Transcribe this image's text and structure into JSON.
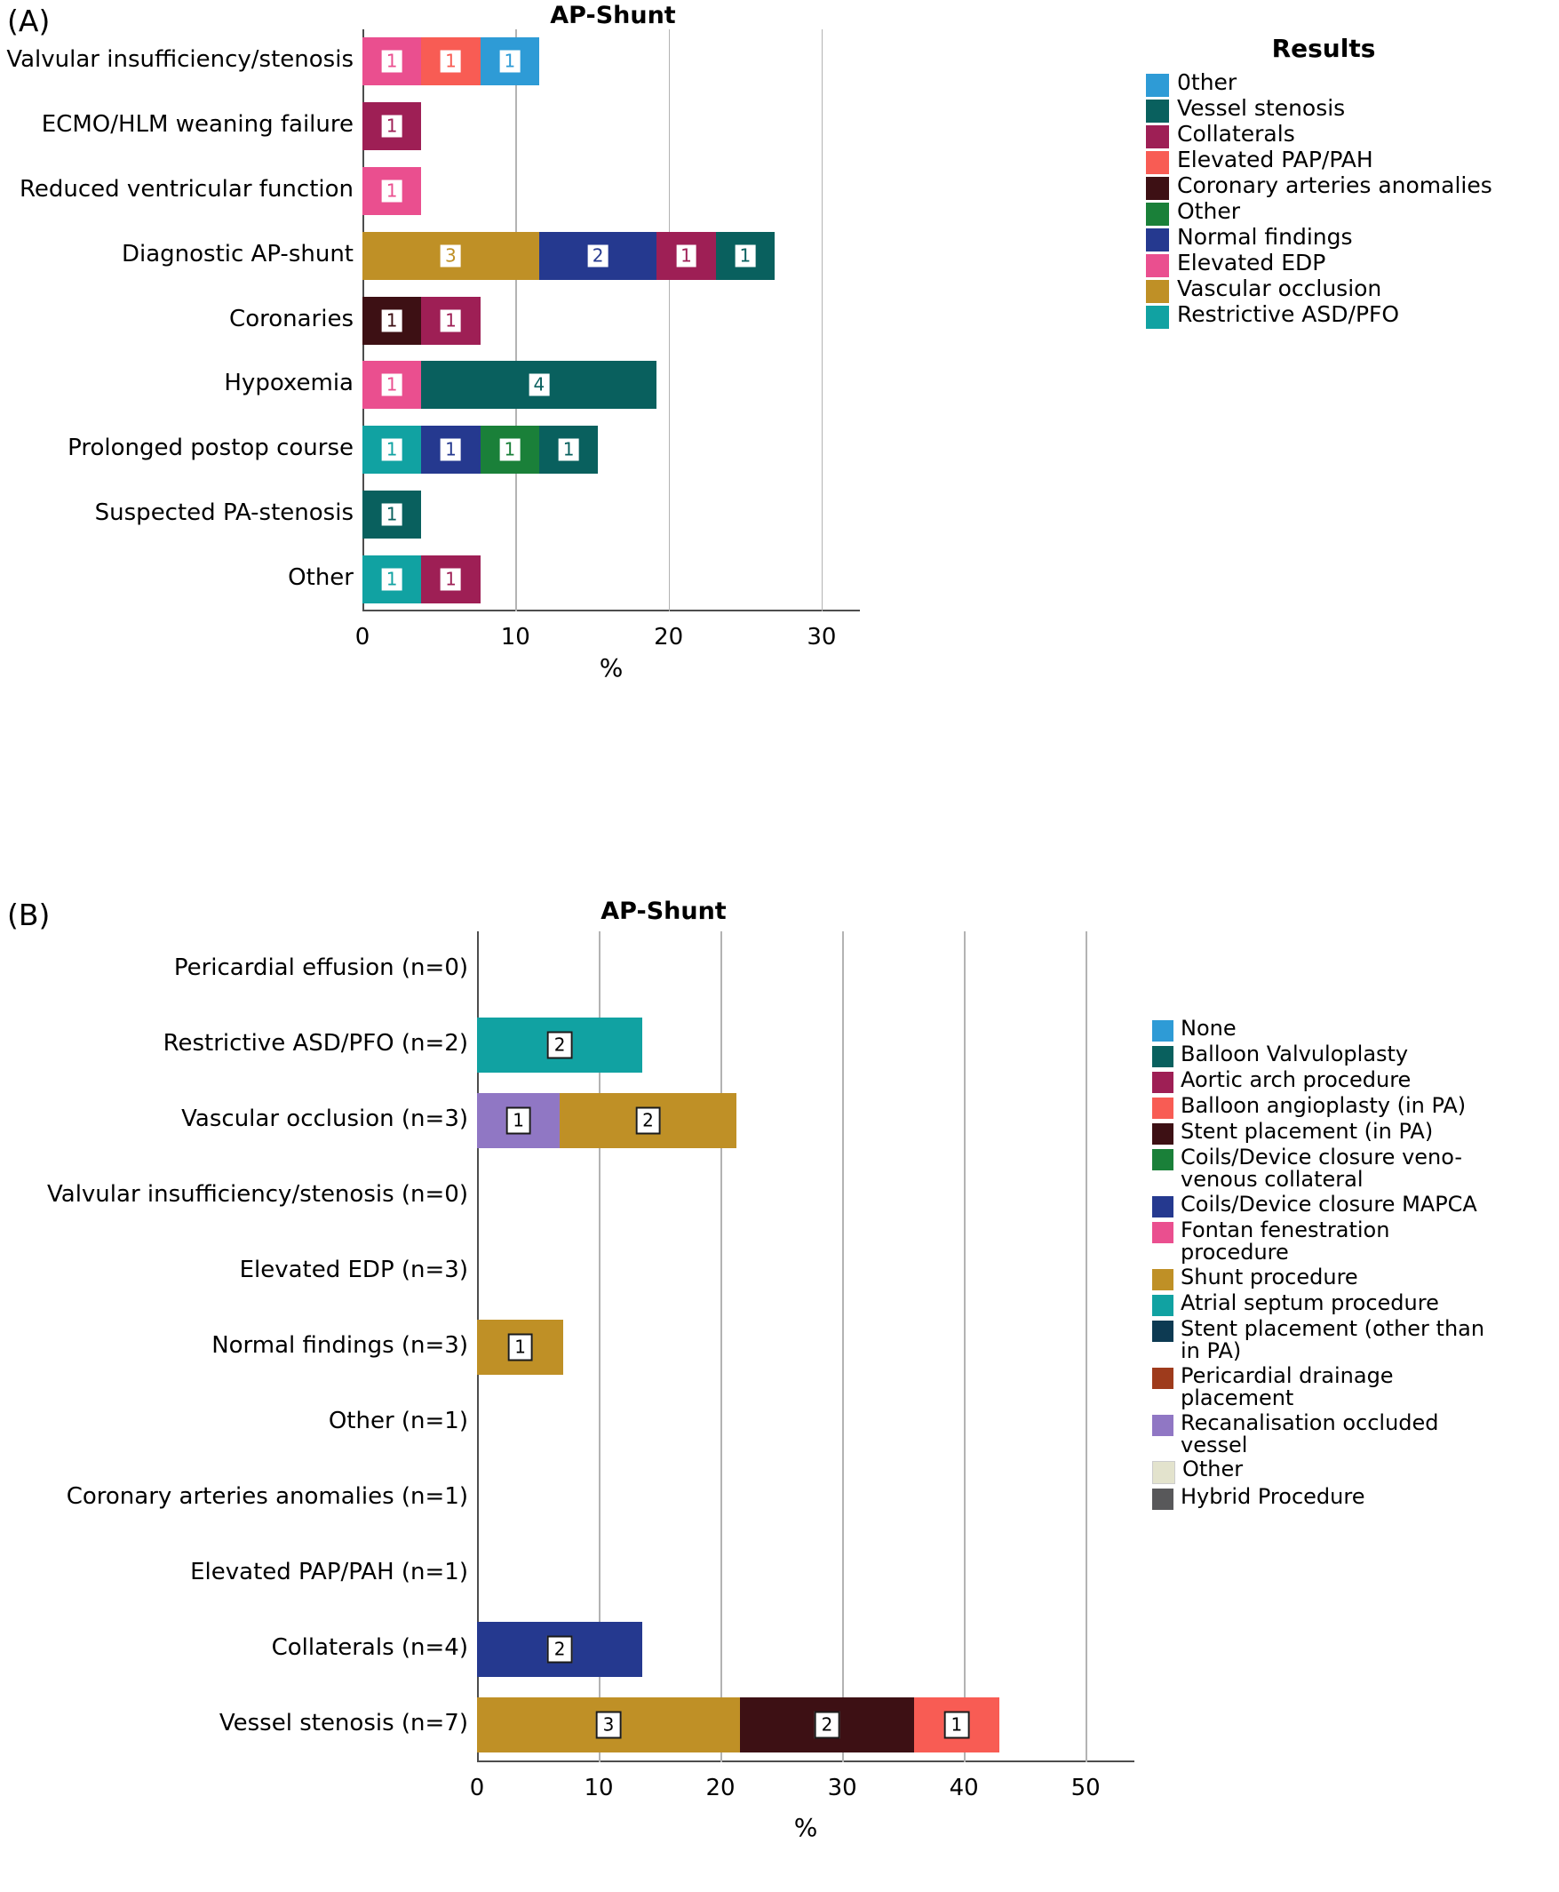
{
  "figure": {
    "panelA_letter": "(A)",
    "panelB_letter": "(B)",
    "titleA": "AP-Shunt",
    "titleB": "AP-Shunt",
    "xaxis_title": "%",
    "legendA_title": "Results"
  },
  "chart_data": [
    {
      "type": "bar",
      "id": "panelA",
      "orientation": "horizontal",
      "stacked": true,
      "title": "AP-Shunt",
      "xlabel": "%",
      "ylabel": "",
      "xlim": [
        0,
        32.5
      ],
      "xticks": [
        0,
        10,
        20,
        30
      ],
      "grid": "vertical",
      "legend_title": "Results",
      "legend_position": "right",
      "categories": [
        "Valvular insufficiency/stenosis",
        "ECMO/HLM weaning failure",
        "Reduced ventricular function",
        "Diagnostic AP-shunt",
        "Coronaries",
        "Hypoxemia",
        "Prolonged postop course",
        "Suspected PA-stenosis",
        "Other"
      ],
      "legend": [
        {
          "label": "0ther",
          "color": "#2e9bd6"
        },
        {
          "label": "Vessel stenosis",
          "color": "#09605e"
        },
        {
          "label": "Collaterals",
          "color": "#9e1f55"
        },
        {
          "label": "Elevated PAP/PAH",
          "color": "#f85c54"
        },
        {
          "label": "Coronary arteries anomalies",
          "color": "#3d1014"
        },
        {
          "label": "Other",
          "color": "#1a8039"
        },
        {
          "label": "Normal findings",
          "color": "#25398f"
        },
        {
          "label": "Elevated EDP",
          "color": "#ea4f8f"
        },
        {
          "label": "Vascular occlusion",
          "color": "#bf9026"
        },
        {
          "label": "Restrictive ASD/PFO",
          "color": "#11a2a2"
        }
      ],
      "bars": [
        {
          "category": "Valvular insufficiency/stenosis",
          "segments": [
            {
              "series": "Elevated EDP",
              "color": "#ea4f8f",
              "value": 3.85,
              "label": "1"
            },
            {
              "series": "Elevated PAP/PAH",
              "color": "#f85c54",
              "value": 3.85,
              "label": "1"
            },
            {
              "series": "0ther",
              "color": "#2e9bd6",
              "value": 3.85,
              "label": "1"
            }
          ]
        },
        {
          "category": "ECMO/HLM weaning failure",
          "segments": [
            {
              "series": "Collaterals",
              "color": "#9e1f55",
              "value": 3.85,
              "label": "1"
            }
          ]
        },
        {
          "category": "Reduced ventricular function",
          "segments": [
            {
              "series": "Elevated EDP",
              "color": "#ea4f8f",
              "value": 3.85,
              "label": "1"
            }
          ]
        },
        {
          "category": "Diagnostic AP-shunt",
          "segments": [
            {
              "series": "Vascular occlusion",
              "color": "#bf9026",
              "value": 11.54,
              "label": "3"
            },
            {
              "series": "Normal findings",
              "color": "#25398f",
              "value": 7.69,
              "label": "2"
            },
            {
              "series": "Collaterals",
              "color": "#9e1f55",
              "value": 3.85,
              "label": "1"
            },
            {
              "series": "Vessel stenosis",
              "color": "#09605e",
              "value": 3.85,
              "label": "1"
            }
          ]
        },
        {
          "category": "Coronaries",
          "segments": [
            {
              "series": "Coronary arteries anomalies",
              "color": "#3d1014",
              "value": 3.85,
              "label": "1"
            },
            {
              "series": "Collaterals",
              "color": "#9e1f55",
              "value": 3.85,
              "label": "1"
            }
          ]
        },
        {
          "category": "Hypoxemia",
          "segments": [
            {
              "series": "Elevated EDP",
              "color": "#ea4f8f",
              "value": 3.85,
              "label": "1"
            },
            {
              "series": "Vessel stenosis",
              "color": "#09605e",
              "value": 15.38,
              "label": "4"
            }
          ]
        },
        {
          "category": "Prolonged postop course",
          "segments": [
            {
              "series": "Restrictive ASD/PFO",
              "color": "#11a2a2",
              "value": 3.85,
              "label": "1"
            },
            {
              "series": "Normal findings",
              "color": "#25398f",
              "value": 3.85,
              "label": "1"
            },
            {
              "series": "Other",
              "color": "#1a8039",
              "value": 3.85,
              "label": "1"
            },
            {
              "series": "Vessel stenosis",
              "color": "#09605e",
              "value": 3.85,
              "label": "1"
            }
          ]
        },
        {
          "category": "Suspected PA-stenosis",
          "segments": [
            {
              "series": "Vessel stenosis",
              "color": "#09605e",
              "value": 3.85,
              "label": "1"
            }
          ]
        },
        {
          "category": "Other",
          "segments": [
            {
              "series": "Restrictive ASD/PFO",
              "color": "#11a2a2",
              "value": 3.85,
              "label": "1"
            },
            {
              "series": "Collaterals",
              "color": "#9e1f55",
              "value": 3.85,
              "label": "1"
            }
          ]
        }
      ]
    },
    {
      "type": "bar",
      "id": "panelB",
      "orientation": "horizontal",
      "stacked": true,
      "title": "AP-Shunt",
      "xlabel": "%",
      "ylabel": "",
      "xlim": [
        0,
        54
      ],
      "xticks": [
        0,
        10,
        20,
        30,
        40,
        50
      ],
      "grid": "vertical",
      "legend_position": "right",
      "categories": [
        "Pericardial effusion (n=0)",
        "Restrictive ASD/PFO (n=2)",
        "Vascular occlusion (n=3)",
        "Valvular insufficiency/stenosis (n=0)",
        "Elevated EDP (n=3)",
        "Normal findings (n=3)",
        "Other (n=1)",
        "Coronary arteries anomalies (n=1)",
        "Elevated PAP/PAH (n=1)",
        "Collaterals (n=4)",
        "Vessel stenosis (n=7)"
      ],
      "legend": [
        {
          "label": "None",
          "color": "#2e9bd6"
        },
        {
          "label": "Balloon Valvuloplasty",
          "color": "#09605e"
        },
        {
          "label": "Aortic arch procedure",
          "color": "#9e1f55"
        },
        {
          "label": "Balloon angioplasty (in PA)",
          "color": "#f85c54"
        },
        {
          "label": "Stent placement (in PA)",
          "color": "#3d1014"
        },
        {
          "label": "Coils/Device closure veno-\nvenous collateral",
          "color": "#1a8039"
        },
        {
          "label": "Coils/Device closure MAPCA",
          "color": "#25398f"
        },
        {
          "label": "Fontan fenestration\nprocedure",
          "color": "#ea4f8f"
        },
        {
          "label": "Shunt procedure",
          "color": "#bf9026"
        },
        {
          "label": "Atrial septum procedure",
          "color": "#11a2a2"
        },
        {
          "label": "Stent placement (other than\nin PA)",
          "color": "#0d3a52"
        },
        {
          "label": "Pericardial drainage\nplacement",
          "color": "#9e3b1c"
        },
        {
          "label": "Recanalisation occluded\nvessel",
          "color": "#9077c4"
        },
        {
          "label": "Other",
          "color": "#e3e3cd"
        },
        {
          "label": "Hybrid Procedure",
          "color": "#58585a"
        }
      ],
      "bars": [
        {
          "category": "Pericardial effusion (n=0)",
          "segments": []
        },
        {
          "category": "Restrictive ASD/PFO (n=2)",
          "segments": [
            {
              "series": "Atrial septum procedure",
              "color": "#11a2a2",
              "value": 13.6,
              "label": "2"
            }
          ]
        },
        {
          "category": "Vascular occlusion (n=3)",
          "segments": [
            {
              "series": "Recanalisation occluded vessel",
              "color": "#9077c4",
              "value": 6.8,
              "label": "1"
            },
            {
              "series": "Shunt procedure",
              "color": "#bf9026",
              "value": 14.5,
              "label": "2"
            }
          ]
        },
        {
          "category": "Valvular insufficiency/stenosis (n=0)",
          "segments": []
        },
        {
          "category": "Elevated EDP (n=3)",
          "segments": []
        },
        {
          "category": "Normal findings (n=3)",
          "segments": [
            {
              "series": "Shunt procedure",
              "color": "#bf9026",
              "value": 7.1,
              "label": "1"
            }
          ]
        },
        {
          "category": "Other (n=1)",
          "segments": []
        },
        {
          "category": "Coronary arteries anomalies (n=1)",
          "segments": []
        },
        {
          "category": "Elevated PAP/PAH (n=1)",
          "segments": []
        },
        {
          "category": "Collaterals (n=4)",
          "segments": [
            {
              "series": "Coils/Device closure MAPCA",
              "color": "#25398f",
              "value": 13.6,
              "label": "2"
            }
          ]
        },
        {
          "category": "Vessel stenosis (n=7)",
          "segments": [
            {
              "series": "Shunt procedure",
              "color": "#bf9026",
              "value": 21.6,
              "label": "3"
            },
            {
              "series": "Stent placement (in PA)",
              "color": "#3d1014",
              "value": 14.3,
              "label": "2"
            },
            {
              "series": "Balloon angioplasty (in PA)",
              "color": "#f85c54",
              "value": 7.0,
              "label": "1"
            }
          ]
        }
      ]
    }
  ]
}
